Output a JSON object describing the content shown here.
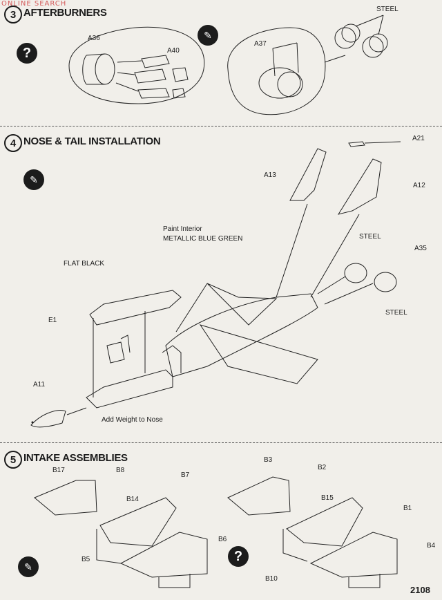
{
  "watermark": "ONLINE SEARCH",
  "page_number": "2108",
  "steps": [
    {
      "number": "3",
      "title": "AFTERBURNERS",
      "labels": {
        "steel": "STEEL",
        "a36": "A36",
        "a40": "A40",
        "a37": "A37"
      }
    },
    {
      "number": "4",
      "title": "NOSE & TAIL INSTALLATION",
      "labels": {
        "a21": "A21",
        "a13": "A13",
        "a12": "A12",
        "paint_interior": "Paint Interior",
        "metallic_blue_green": "METALLIC BLUE GREEN",
        "flat_black": "FLAT BLACK",
        "e1": "E1",
        "steel_top": "STEEL",
        "a35": "A35",
        "steel_bottom": "STEEL",
        "a11": "A11",
        "add_weight": "Add Weight to Nose"
      }
    },
    {
      "number": "5",
      "title": "INTAKE ASSEMBLIES",
      "labels": {
        "b17": "B17",
        "b8": "B8",
        "b7": "B7",
        "b14": "B14",
        "b6": "B6",
        "b5": "B5",
        "b3": "B3",
        "b2": "B2",
        "b15": "B15",
        "b1": "B1",
        "b4": "B4",
        "b10": "B10"
      }
    }
  ],
  "icons": {
    "help": "question-mark-icon",
    "glue": "glue-tube-icon"
  }
}
